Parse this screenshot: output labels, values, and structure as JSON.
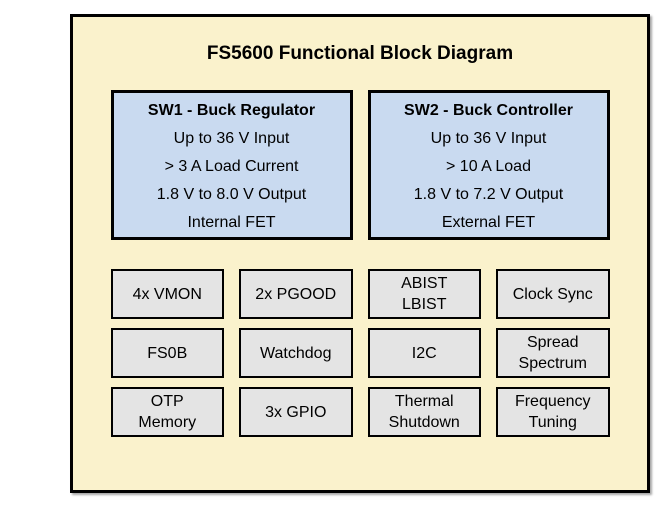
{
  "title": "FS5600 Functional Block Diagram",
  "colors": {
    "page_bg": "#ffffff",
    "panel_bg": "#faf2cc",
    "feature_bg": "#c9daf0",
    "small_bg": "#e4e4e4",
    "line": "#000000",
    "text": "#000000"
  },
  "feature_blocks": [
    {
      "title": "SW1 - Buck Regulator",
      "lines": [
        "Up to 36 V Input",
        "> 3 A Load Current",
        "1.8 V to 8.0 V Output",
        "Internal FET"
      ]
    },
    {
      "title": "SW2 - Buck Controller",
      "lines": [
        "Up to 36 V Input",
        "> 10 A Load",
        "1.8 V to 7.2 V Output",
        "External FET"
      ]
    }
  ],
  "grid": {
    "rows": [
      [
        "4x VMON",
        "2x PGOOD",
        "ABIST\nLBIST",
        "Clock Sync"
      ],
      [
        "FS0B",
        "Watchdog",
        "I2C",
        "Spread\nSpectrum"
      ],
      [
        "OTP\nMemory",
        "3x GPIO",
        "Thermal\nShutdown",
        "Frequency\nTuning"
      ]
    ]
  }
}
